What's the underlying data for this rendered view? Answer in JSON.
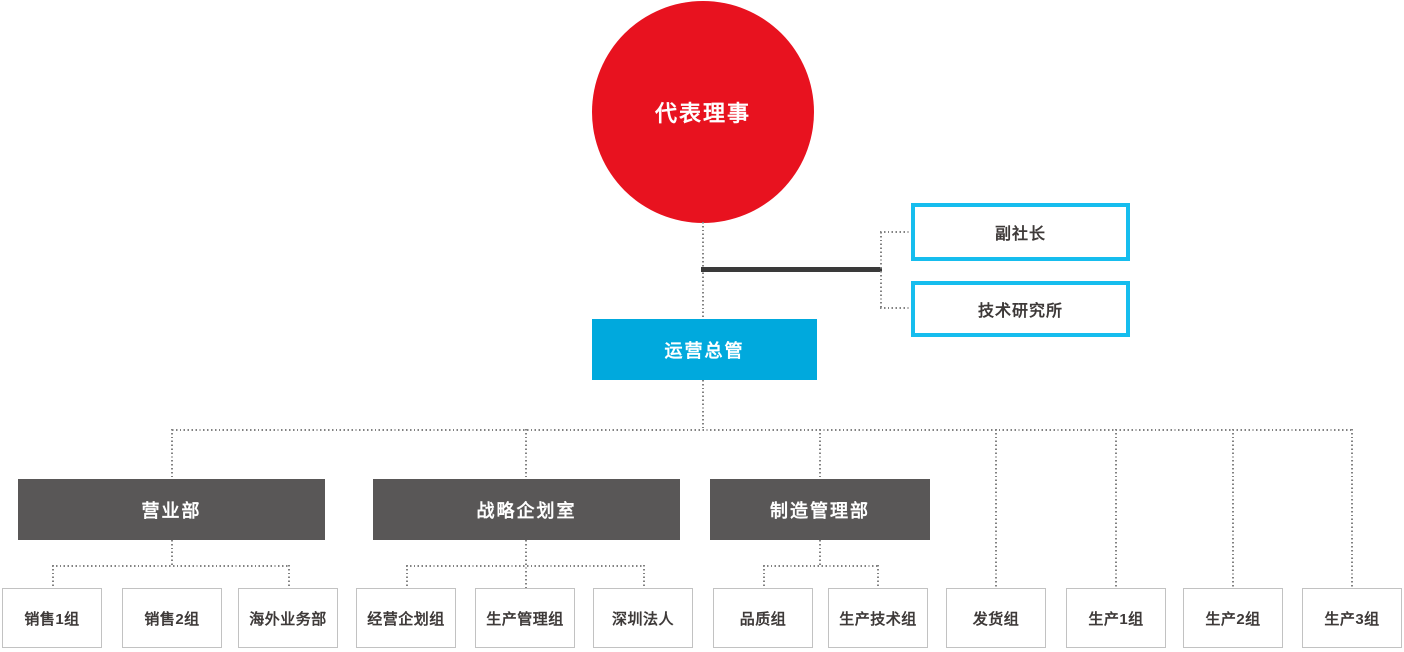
{
  "org": {
    "ceo": {
      "label": "代表理事"
    },
    "staff": [
      {
        "label": "副社长"
      },
      {
        "label": "技术研究所"
      }
    ],
    "coo": {
      "label": "运营总管"
    },
    "departments": [
      {
        "label": "营业部",
        "children": [
          "销售1组",
          "销售2组",
          "海外业务部"
        ]
      },
      {
        "label": "战略企划室",
        "children": [
          "经营企划组",
          "生产管理组",
          "深圳法人"
        ]
      },
      {
        "label": "制造管理部",
        "children": [
          "品质组",
          "生产技术组"
        ]
      }
    ],
    "direct_teams": [
      "发货组",
      "生产1组",
      "生产2组",
      "生产3组"
    ]
  },
  "colors": {
    "ceo_red": "#e8121f",
    "coo_cyan_fill": "#00a9dd",
    "staff_cyan_border": "#16bdee",
    "dept_dark_gray": "#595757",
    "solid_line": "#3a3a3a",
    "dotted_line": "#828282",
    "team_border": "#c2c2c2",
    "text_dark": "#3e3a39",
    "text_light": "#ffffff"
  }
}
